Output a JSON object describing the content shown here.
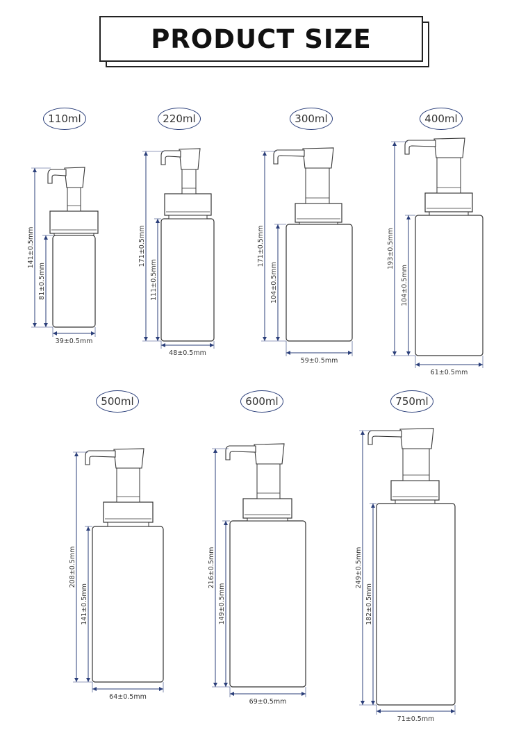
{
  "title": "PRODUCT SIZE",
  "colors": {
    "dimension_line": "#2b3f7a",
    "outline": "#333333",
    "text": "#333333"
  },
  "bottles": [
    {
      "capacity": "110ml",
      "total_height": "141±0.5mm",
      "body_height": "81±0.5mm",
      "width": "39±0.5mm"
    },
    {
      "capacity": "220ml",
      "total_height": "171±0.5mm",
      "body_height": "111±0.5mm",
      "width": "48±0.5mm"
    },
    {
      "capacity": "300ml",
      "total_height": "171±0.5mm",
      "body_height": "104±0.5mm",
      "width": "59±0.5mm"
    },
    {
      "capacity": "400ml",
      "total_height": "193±0.5mm",
      "body_height": "104±0.5mm",
      "width": "61±0.5mm"
    },
    {
      "capacity": "500ml",
      "total_height": "208±0.5mm",
      "body_height": "141±0.5mm",
      "width": "64±0.5mm"
    },
    {
      "capacity": "600ml",
      "total_height": "216±0.5mm",
      "body_height": "149±0.5mm",
      "width": "69±0.5mm"
    },
    {
      "capacity": "750ml",
      "total_height": "249±0.5mm",
      "body_height": "182±0.5mm",
      "width": "71±0.5mm"
    }
  ]
}
